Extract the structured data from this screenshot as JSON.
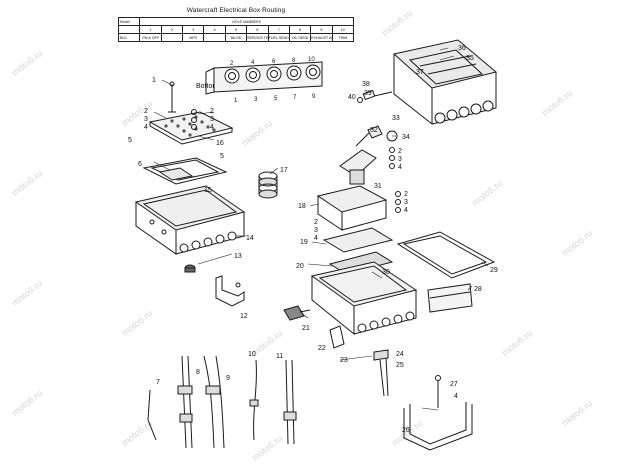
{
  "title": "Watercraft Electrical Box Routing",
  "routing_table": {
    "header": "HOLE NUMBERS",
    "head_label": "Model",
    "hole_numbers": [
      "1",
      "2",
      "3",
      "4",
      "5",
      "6",
      "7",
      "8",
      "9",
      "10"
    ],
    "row_label": "BLK",
    "entries": [
      "",
      "ON & OFF",
      "",
      "MFD",
      "",
      "BILGE",
      "SERVICE TEST",
      "FUEL SEND",
      "OIL SEND",
      "EXHAUST ACTUATOR",
      "TRIM"
    ]
  },
  "bottom_view": {
    "label": "Bottom",
    "top_holes": [
      "2",
      "4",
      "6",
      "8",
      "10"
    ],
    "bottom_holes": [
      "1",
      "3",
      "5",
      "7",
      "9"
    ]
  },
  "watermark": "moto6.ru",
  "callouts": [
    "1",
    "2",
    "3",
    "4",
    "2",
    "3",
    "4",
    "16",
    "5",
    "5",
    "6",
    "15",
    "17",
    "14",
    "13",
    "12",
    "18",
    "2",
    "3",
    "4",
    "19",
    "20",
    "21",
    "22",
    "23",
    "24",
    "25",
    "26",
    "27",
    "4",
    "28",
    "29",
    "30",
    "31",
    "32",
    "2",
    "3",
    "4",
    "2",
    "3",
    "4",
    "33",
    "34",
    "35",
    "36",
    "37",
    "38",
    "39",
    "40",
    "7",
    "8",
    "9",
    "10",
    "11"
  ]
}
